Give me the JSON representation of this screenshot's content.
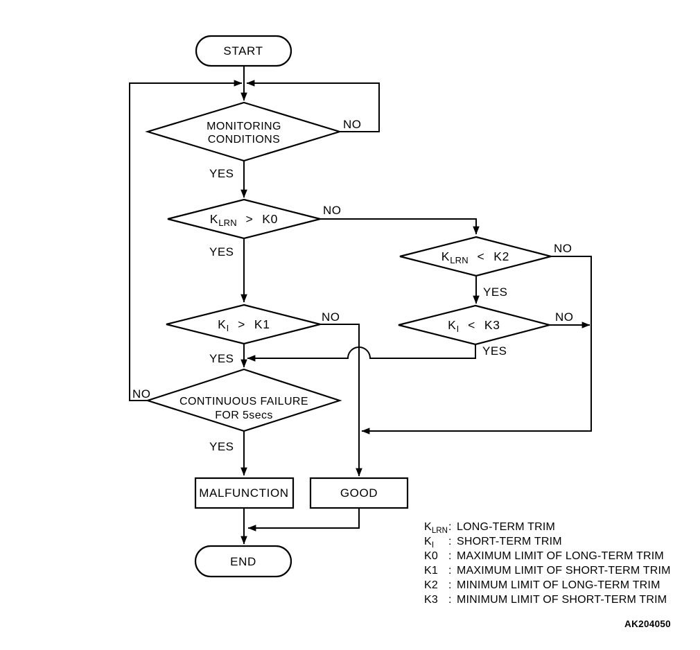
{
  "figure_code": "AK204050",
  "nodes": {
    "start": {
      "label": "START"
    },
    "monitoring": {
      "line1": "MONITORING",
      "line2": "CONDITIONS"
    },
    "klrn_k0": {
      "base": "K",
      "sub": "LRN",
      "rest": " > K0"
    },
    "klrn_k2": {
      "base": "K",
      "sub": "LRN",
      "rest": " < K2"
    },
    "ki_k1": {
      "base": "K",
      "sub": "I",
      "rest": " > K1"
    },
    "ki_k3": {
      "base": "K",
      "sub": "I",
      "rest": " < K3"
    },
    "continuous_failure": {
      "line1": "CONTINUOUS FAILURE",
      "line2": "FOR 5secs"
    },
    "malfunction": {
      "label": "MALFUNCTION"
    },
    "good": {
      "label": "GOOD"
    },
    "end": {
      "label": "END"
    }
  },
  "edge_labels": {
    "monitoring_no": "NO",
    "monitoring_yes": "YES",
    "klrn_k0_no": "NO",
    "klrn_k0_yes": "YES",
    "klrn_k2_no": "NO",
    "klrn_k2_yes": "YES",
    "ki_k1_no": "NO",
    "ki_k1_yes": "YES",
    "ki_k3_no": "NO",
    "ki_k3_yes": "YES",
    "continuous_failure_no": "NO",
    "continuous_failure_yes": "YES"
  },
  "legend": {
    "entries": [
      {
        "base": "K",
        "sub": "LRN",
        "colon": ":",
        "desc": "LONG-TERM TRIM"
      },
      {
        "base": "K",
        "sub": "I",
        "colon": ":",
        "desc": "SHORT-TERM TRIM"
      },
      {
        "base": "K0",
        "sub": "",
        "colon": ":",
        "desc": "MAXIMUM LIMIT OF LONG-TERM TRIM"
      },
      {
        "base": "K1",
        "sub": "",
        "colon": ":",
        "desc": "MAXIMUM LIMIT OF SHORT-TERM TRIM"
      },
      {
        "base": "K2",
        "sub": "",
        "colon": ":",
        "desc": "MINIMUM LIMIT OF LONG-TERM TRIM"
      },
      {
        "base": "K3",
        "sub": "",
        "colon": ":",
        "desc": "MINIMUM LIMIT OF SHORT-TERM TRIM"
      }
    ]
  }
}
